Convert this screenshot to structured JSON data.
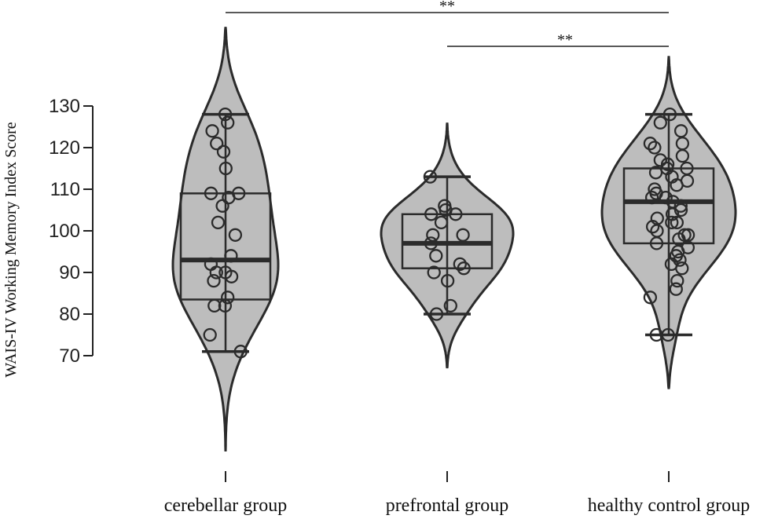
{
  "chart_data": {
    "type": "violin",
    "ylabel": "WAIS-IV Working Memory Index Score",
    "yticks": [
      70,
      80,
      90,
      100,
      110,
      120,
      130
    ],
    "ylim": [
      70,
      130
    ],
    "categories": [
      "cerebellar group",
      "prefrontal group",
      "healthy control group"
    ],
    "groups": [
      {
        "name": "cerebellar group",
        "box": {
          "min": 71,
          "q1": 83.5,
          "median": 93,
          "q3": 109,
          "max": 128
        },
        "violin_range": [
          47,
          149
        ],
        "points": [
          128,
          126,
          124,
          121,
          119,
          115,
          109,
          109,
          108,
          106,
          102,
          99,
          94,
          92,
          90,
          90,
          89,
          88,
          84,
          82,
          82,
          75,
          71
        ]
      },
      {
        "name": "prefrontal group",
        "box": {
          "min": 80,
          "q1": 91,
          "median": 97,
          "q3": 104,
          "max": 113
        },
        "violin_range": [
          67,
          126
        ],
        "points": [
          113,
          106,
          105,
          104,
          104,
          102,
          99,
          99,
          97,
          94,
          92,
          91,
          90,
          88,
          82,
          80
        ]
      },
      {
        "name": "healthy control group",
        "box": {
          "min": 75,
          "q1": 97,
          "median": 107,
          "q3": 115,
          "max": 128
        },
        "violin_range": [
          62,
          142
        ],
        "points": [
          128,
          126,
          124,
          121,
          121,
          120,
          118,
          117,
          116,
          115,
          115,
          114,
          113,
          112,
          111,
          110,
          109,
          108,
          108,
          107,
          106,
          105,
          104,
          103,
          102,
          102,
          101,
          100,
          99,
          99,
          98,
          97,
          96,
          95,
          94,
          93,
          92,
          91,
          88,
          86,
          84,
          75,
          75
        ]
      }
    ],
    "significance": [
      {
        "from": "cerebellar group",
        "to": "healthy control group",
        "label": "**"
      },
      {
        "from": "prefrontal group",
        "to": "healthy control group",
        "label": "**"
      }
    ]
  }
}
